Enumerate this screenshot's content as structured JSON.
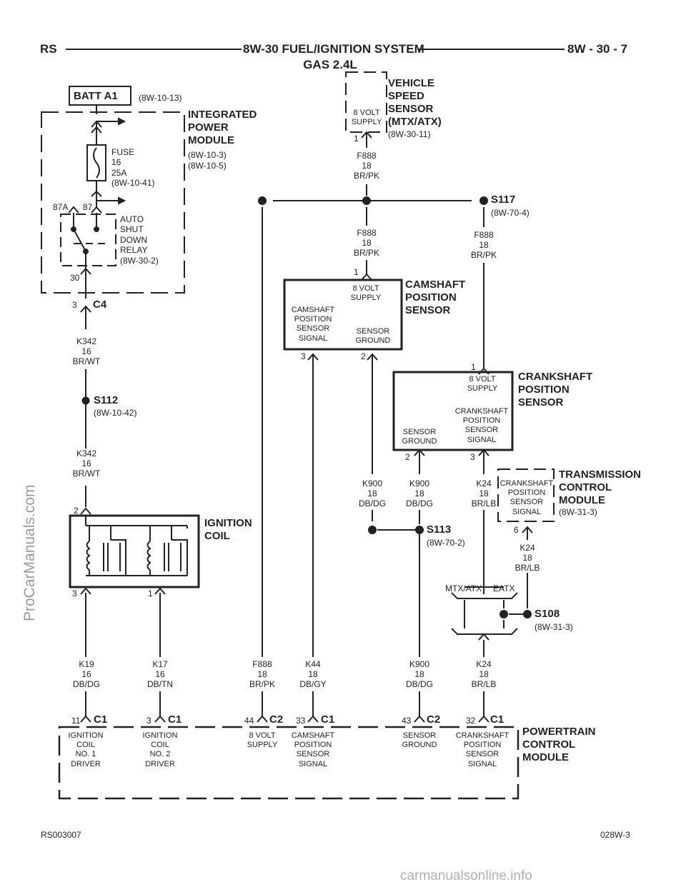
{
  "header": {
    "left": "RS",
    "title": "8W-30 FUEL/IGNITION SYSTEM",
    "subtitle": "GAS 2.4L",
    "right": "8W - 30 - 7"
  },
  "batt": {
    "label": "BATT A1",
    "ref": "(8W-10-13)"
  },
  "ipm": {
    "title": "INTEGRATED\nPOWER\nMODULE",
    "refs": "(8W-10-3)\n(8W-10-5)"
  },
  "fuse": {
    "text": "FUSE\n16\n25A\n(8W-10-41)"
  },
  "relay": {
    "text": "AUTO\nSHUT\nDOWN\nRELAY\n(8W-30-2)",
    "pin87a": "87A",
    "pin87": "87",
    "pin30": "30"
  },
  "c4": {
    "pin": "3",
    "label": "C4"
  },
  "wire_k342_top": "K342\n16\nBR/WT",
  "s112": {
    "label": "S112",
    "ref": "(8W-10-42)"
  },
  "wire_k342_bot": "K342\n16\nBR/WT",
  "ignition_coil": {
    "title": "IGNITION\nCOIL",
    "pin_top": "2",
    "pin_left": "3",
    "pin_right": "1"
  },
  "vss": {
    "title": "VEHICLE\nSPEED\nSENSOR\n(MTX/ATX)",
    "ref": "(8W-30-11)",
    "inner": "8 VOLT\nSUPPLY",
    "pin": "1"
  },
  "wire_f888_a": "F888\n18\nBR/PK",
  "wire_f888_b": "F888\n18\nBR/PK",
  "wire_f888_c": "F888\n18\nBR/PK",
  "s117": {
    "label": "S117",
    "ref": "(8W-70-4)"
  },
  "cmp": {
    "title": "CAMSHAFT\nPOSITION\nSENSOR",
    "supply": "8 VOLT\nSUPPLY",
    "signal": "CAMSHAFT\nPOSITION\nSENSOR\nSIGNAL",
    "ground": "SENSOR\nGROUND",
    "pin_top": "1",
    "pin_sig": "3",
    "pin_gnd": "2"
  },
  "ckp": {
    "title": "CRANKSHAFT\nPOSITION\nSENSOR",
    "supply": "8 VOLT\nSUPPLY",
    "signal": "CRANKSHAFT\nPOSITION\nSENSOR\nSIGNAL",
    "ground": "SENSOR\nGROUND",
    "pin_top": "1",
    "pin_gnd": "2",
    "pin_sig": "3"
  },
  "tcm": {
    "title": "TRANSMISSION\nCONTROL\nMODULE",
    "ref": "(8W-31-3)",
    "inner": "CRANKSHAFT\nPOSITION\nSENSOR\nSIGNAL",
    "pin": "6"
  },
  "wire_k900_a": "K900\n18\nDB/DG",
  "wire_k900_b": "K900\n18\nDB/DG",
  "wire_k24_a": "K24\n18\nBR/LB",
  "wire_k24_b": "K24\n18\nBR/LB",
  "s113": {
    "label": "S113",
    "ref": "(8W-70-2)"
  },
  "s108": {
    "label": "S108",
    "ref": "(8W-31-3)"
  },
  "mtx": "MTX/ATX",
  "eatx": "EATX",
  "bottom_wires": {
    "k19": "K19\n16\nDB/DG",
    "k17": "K17\n16\nDB/TN",
    "f888": "F888\n18\nBR/PK",
    "k44": "K44\n18\nDB/GY",
    "k900": "K900\n18\nDB/DG",
    "k24": "K24\n18\nBR/LB"
  },
  "pcm": {
    "title": "POWERTRAIN\nCONTROL\nMODULE",
    "connectors": [
      {
        "pin": "11",
        "conn": "C1",
        "func": "IGNITION\nCOIL\nNO. 1\nDRIVER"
      },
      {
        "pin": "3",
        "conn": "C1",
        "func": "IGNITION\nCOIL\nNO. 2\nDRIVER"
      },
      {
        "pin": "44",
        "conn": "C2",
        "func": "8 VOLT\nSUPPLY"
      },
      {
        "pin": "33",
        "conn": "C1",
        "func": "CAMSHAFT\nPOSITION\nSENSOR\nSIGNAL"
      },
      {
        "pin": "43",
        "conn": "C2",
        "func": "SENSOR\nGROUND"
      },
      {
        "pin": "32",
        "conn": "C1",
        "func": "CRANKSHAFT\nPOSITION\nSENSOR\nSIGNAL"
      }
    ]
  },
  "footer": {
    "left": "RS003007",
    "right": "028W-3"
  },
  "watermarks": {
    "side": "ProCarManuals.com",
    "bottom": "carmanualsonline.info"
  }
}
